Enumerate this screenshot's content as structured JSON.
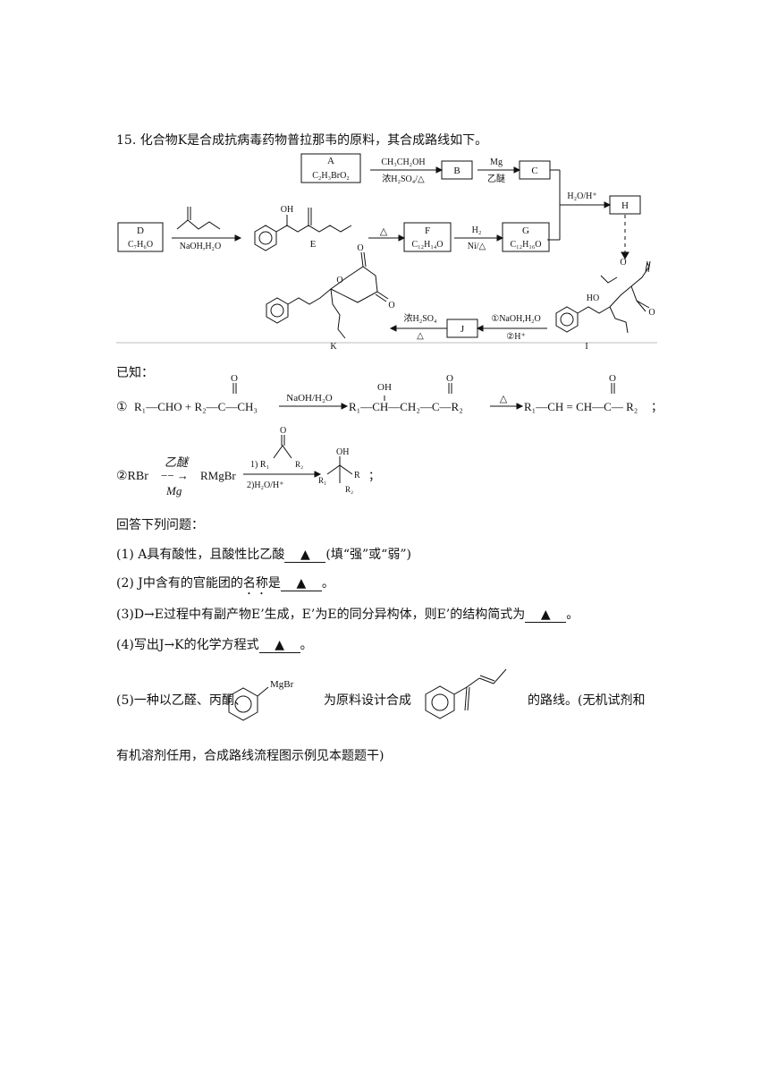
{
  "question": {
    "number": "15.",
    "intro": "化合物K是合成抗病毒药物普拉那韦的原料，其合成路线如下。"
  },
  "scheme": {
    "A_label": "A",
    "A_formula": "C₂H₃BrO₂",
    "step1_top": "CH₃CH₂OH",
    "step1_bottom": "浓H₂SO₄/△",
    "B": "B",
    "step2_top": "Mg",
    "step2_bottom": "乙醚",
    "C": "C",
    "step3": "H₂O/H⁺",
    "H": "H",
    "D_label": "D",
    "D_formula": "C₇H₆O",
    "step_DE": "NaOH,H₂O",
    "E": "E",
    "step_EF": "△",
    "F_label": "F",
    "F_formula": "C₁₂H₁₄O",
    "step_FG_top": "H₂",
    "step_FG_bottom": "Ni/△",
    "G_label": "G",
    "G_formula": "C₁₂H₁₆O",
    "I": "I",
    "I_HO": "HO",
    "step_IJ_top": "①NaOH,H₂O",
    "step_IJ_bottom": "②H⁺",
    "J": "J",
    "step_JK_top": "浓H₂SO₄",
    "step_JK_bottom": "△",
    "K": "K",
    "E_OH": "OH"
  },
  "known": {
    "heading": "已知：",
    "r1": {
      "num": "①",
      "reactants": "R₁—CHO + R₂—C—CH₃",
      "cond": "NaOH/H₂O",
      "mid": "R₁—CH—CH₂—C—R₂",
      "oh": "OH",
      "o": "O",
      "heat": "△",
      "product": "R₁—CH = CH—C— R₂",
      "end": "；"
    },
    "r2": {
      "num": "②RBr",
      "cond_top": "乙醚",
      "arrow": "−− →",
      "cond_bottom": "Mg",
      "reagent": "RMgBr",
      "step1": "1) R₁",
      "step1_r2": "R₂",
      "step2": "2)H₂O/H⁺",
      "prod_oh": "OH",
      "prod_r": "R",
      "prod_r1": "R₁",
      "prod_r2": "R₂",
      "end": "；"
    }
  },
  "answer_heading": "回答下列问题：",
  "q1": {
    "text": "(1) A具有酸性，且酸性比乙酸",
    "blank": "▲",
    "after": "(填“强”或“弱”)"
  },
  "q2": {
    "text_a": "(2) J中含有的官能团的",
    "text_dot": "名称",
    "text_b": "是",
    "blank": "▲",
    "after": "。"
  },
  "q3": {
    "text": "(3)D→E过程中有副产物E’生成，E’为E的同分异构体，则E’的结构简式为",
    "blank": "▲",
    "after": "。"
  },
  "q4": {
    "text": "(4)写出J→K的化学方程式",
    "blank": "▲",
    "after": "。"
  },
  "q5": {
    "text_a": "(5)一种以乙醛、丙酮、",
    "mgbr": "MgBr",
    "text_b": "为原料设计合成",
    "text_c": "的路线。(无机试剂和",
    "text_d": "有机溶剂任用，合成路线流程图示例见本题题干)"
  }
}
